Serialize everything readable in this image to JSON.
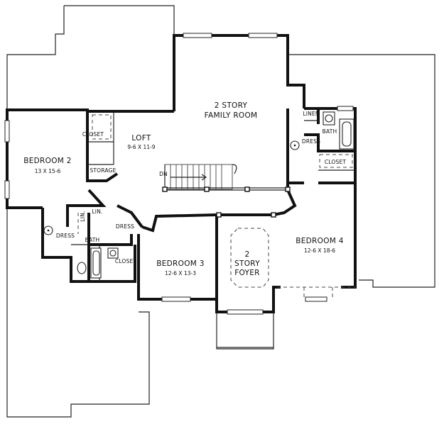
{
  "rooms": {
    "family_room": {
      "line1": "2 STORY",
      "line2": "FAMILY ROOM"
    },
    "loft": {
      "name": "LOFT",
      "dims": "9-6 X 11-9"
    },
    "bedroom2": {
      "name": "BEDROOM 2",
      "dims": "13 X 15-6"
    },
    "bedroom3": {
      "name": "BEDROOM 3",
      "dims": "12-6 X 13-3"
    },
    "bedroom4": {
      "name": "BEDROOM 4",
      "dims": "12-6 X 18-6"
    },
    "foyer": {
      "line1": "2",
      "line2": "STORY",
      "line3": "FOYER"
    },
    "closet_b2": "CLOSET",
    "storage": "STORAGE",
    "linen_right": "LINEN",
    "bath_right": "BATH",
    "dress_right": "DRESS",
    "closet_right": "CLOSET",
    "lin_a": "LIN.",
    "lin_b": "LIN.",
    "dress_left": "DRESS",
    "dress_mid": "DRESS",
    "bath_left": "BATH",
    "closet_b3": "CLOSET",
    "stair_dn": "DN"
  }
}
